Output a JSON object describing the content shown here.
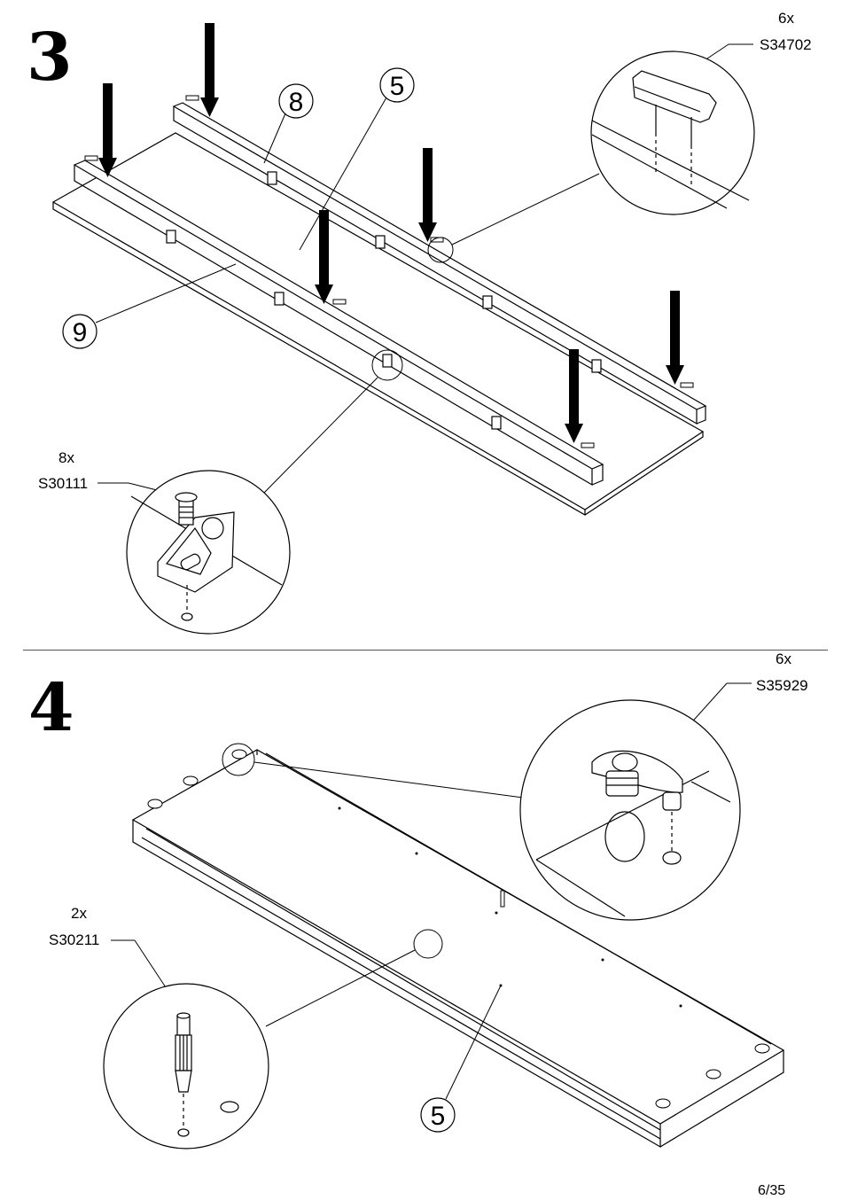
{
  "steps": [
    {
      "number": "3",
      "parts": [
        {
          "qty": "6x",
          "code": "S34702"
        },
        {
          "qty": "8x",
          "code": "S30111"
        }
      ],
      "callouts": [
        "8",
        "5",
        "9"
      ]
    },
    {
      "number": "4",
      "parts": [
        {
          "qty": "6x",
          "code": "S35929"
        },
        {
          "qty": "2x",
          "code": "S30211"
        }
      ],
      "callouts": [
        "5"
      ]
    }
  ],
  "footer": {
    "page": "6/35"
  }
}
